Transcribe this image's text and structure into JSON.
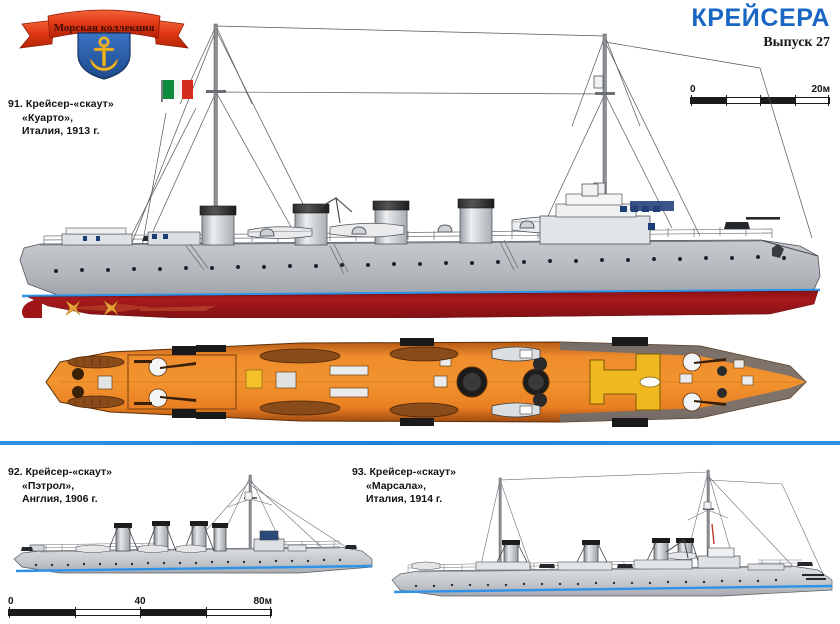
{
  "page": {
    "background": "#ffffff",
    "accent_blue": "#1a66c4",
    "divider_blue": "#2e93e8"
  },
  "logo": {
    "name": "morskaya-kollektsiya-emblem",
    "banner_text": "Морская коллекция",
    "banner_color": "#e03a15",
    "shield_color": "#2b5fa8",
    "anchor_color": "#f0b429"
  },
  "title": {
    "main": "КРЕЙСЕРА",
    "sub": "Выпуск 27"
  },
  "scales": [
    {
      "id": "scale-top",
      "labels": [
        "0",
        "20м"
      ],
      "ticks": [
        0,
        25,
        50,
        75,
        100
      ],
      "unit": "м",
      "max": 20
    },
    {
      "id": "scale-bottom",
      "labels": [
        "0",
        "40",
        "80м"
      ],
      "ticks": [
        0,
        25,
        50,
        75,
        100
      ],
      "unit": "м",
      "max": 80
    }
  ],
  "figures": [
    {
      "number": "91.",
      "type": "Крейсер-«скаут»",
      "name": "«Куарто»",
      "country_year": "Италия, 1913 г.",
      "caption_lines": [
        "91. Крейсер-«скаут»",
        "«Куарто»,",
        "Италия, 1913 г."
      ],
      "views": [
        "side-profile",
        "deck-plan"
      ],
      "funnels": 4,
      "masts": 2,
      "flag": "italy",
      "hull_upper_color": "#b9bcc0",
      "hull_lower_color": "#9fa3a8",
      "underwater_color": "#a8161a",
      "waterline_color": "#2e93e8",
      "deck_color": "#e8842a"
    },
    {
      "number": "92.",
      "type": "Крейсер-«скаут»",
      "name": "«Пэтрол»",
      "country_year": "Англия, 1906 г.",
      "caption_lines": [
        "92. Крейсер-«скаут»",
        "«Пэтрол»,",
        "Англия, 1906 г."
      ],
      "views": [
        "side-profile"
      ],
      "funnels": 4,
      "masts": 1,
      "hull_upper_color": "#d3d6da",
      "hull_lower_color": "#b4b8bd",
      "waterline_color": "#2e93e8"
    },
    {
      "number": "93.",
      "type": "Крейсер-«скаут»",
      "name": "«Марсала»",
      "country_year": "Италия, 1914 г.",
      "caption_lines": [
        "93. Крейсер-«скаут»",
        "«Марсала»,",
        "Италия, 1914 г."
      ],
      "views": [
        "side-profile"
      ],
      "funnels": 4,
      "masts": 2,
      "hull_upper_color": "#d3d6da",
      "hull_lower_color": "#b4b8bd",
      "waterline_color": "#2e93e8"
    }
  ]
}
